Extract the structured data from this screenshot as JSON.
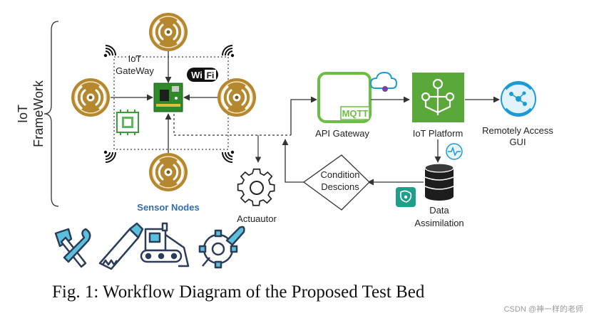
{
  "framework_label": [
    "IoT",
    "FrameWork"
  ],
  "gateway_label": [
    "IoT",
    "GateWay"
  ],
  "wifi_badge": "Wi",
  "sensor_nodes_label": "Sensor Nodes",
  "actuator_label": "Actuautor",
  "mqtt_badge": "MQTT",
  "api_gateway_label": "API Gateway",
  "iot_platform_label": "IoT Platform",
  "remote_access_label": [
    "Remotely Access",
    "GUI"
  ],
  "condition_label": [
    "Condition",
    "Descions"
  ],
  "data_assimilation_label": [
    "Data",
    "Assimilation"
  ],
  "caption": "Fig. 1: Workflow Diagram of the Proposed Test Bed",
  "watermark": "CSDN @神一样的老师",
  "icons": [
    "sensor-node-icon",
    "wifi-signal-icon",
    "microcontroller-board-icon",
    "chip-icon",
    "gear-icon",
    "cloud-icon",
    "iot-hub-icon",
    "remote-gui-icon",
    "database-icon",
    "monitor-icon",
    "ai-chip-icon",
    "hammer-wrench-icon",
    "saw-icon",
    "excavator-icon",
    "gear-wrench-icon"
  ],
  "colors": {
    "sensor_gold": "#b5872f",
    "sensor_dark": "#7d5516",
    "board_green": "#2f8a2a",
    "platform_green": "#5ba83a",
    "mqtt_green": "#6cbd45",
    "azure_blue": "#1a9bd7",
    "teal": "#1f9e8a",
    "sensor_label_blue": "#2e6db4",
    "line": "#333333"
  }
}
